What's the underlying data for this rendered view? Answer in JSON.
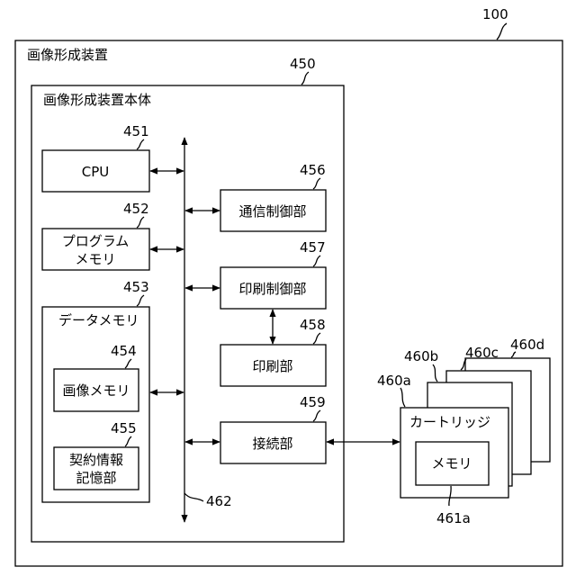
{
  "labels": {
    "device": "画像形成装置",
    "device_ref": "100",
    "main_body": "画像形成装置本体",
    "main_body_ref": "450",
    "cpu": "CPU",
    "cpu_ref": "451",
    "program_memory_line1": "プログラム",
    "program_memory_line2": "メモリ",
    "program_memory_ref": "452",
    "data_memory": "データメモリ",
    "data_memory_ref": "453",
    "image_memory": "画像メモリ",
    "image_memory_ref": "454",
    "contract_line1": "契約情報",
    "contract_line2": "記憶部",
    "contract_ref": "455",
    "comm_control": "通信制御部",
    "comm_control_ref": "456",
    "print_control": "印刷制御部",
    "print_control_ref": "457",
    "print_unit": "印刷部",
    "print_unit_ref": "458",
    "connection": "接続部",
    "connection_ref": "459",
    "bus_ref": "462",
    "cartridge": "カートリッジ",
    "cartridge_memory": "メモリ",
    "cartridge_memory_ref": "461a",
    "cartridge_a_ref": "460a",
    "cartridge_b_ref": "460b",
    "cartridge_c_ref": "460c",
    "cartridge_d_ref": "460d"
  }
}
